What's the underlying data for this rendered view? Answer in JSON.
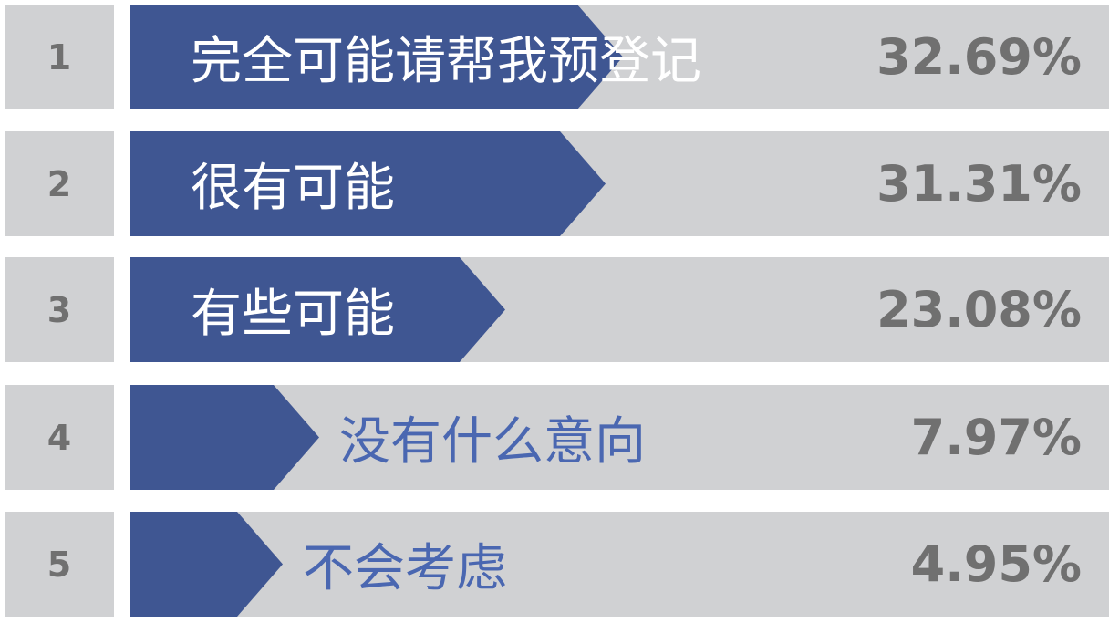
{
  "chart_data": {
    "type": "bar",
    "categories": [
      "完全可能请帮我预登记",
      "很有可能",
      "有些可能",
      "没有什么意向",
      "不会考虑"
    ],
    "ranks": [
      "1",
      "2",
      "3",
      "4",
      "5"
    ],
    "values": [
      32.69,
      31.31,
      23.08,
      7.97,
      4.95
    ],
    "value_labels": [
      "32.69%",
      "31.31%",
      "23.08%",
      "7.97%",
      "4.95%"
    ],
    "unit": "%",
    "colors": {
      "bar": "#3f5692",
      "track": "#d0d1d3",
      "rank_text": "#707070",
      "outside_label": "#4a67b1"
    }
  }
}
